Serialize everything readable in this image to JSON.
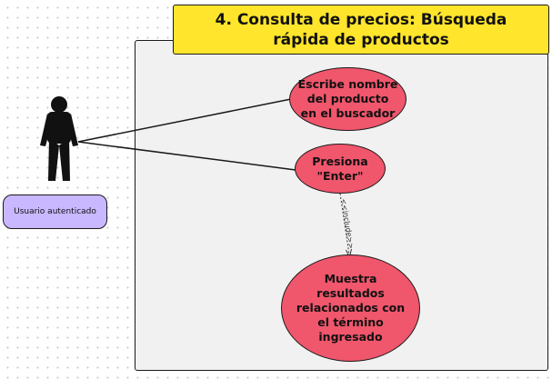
{
  "diagram": {
    "title": "4. Consulta de precios: Búsqueda rápida de productos",
    "actor": {
      "label": "Usuario autenticado"
    },
    "use_cases": {
      "search": "Escribe nombre\ndel producto\nen el buscador",
      "enter": "Presiona\n\"Enter\"",
      "results": "Muestra\nresultados\nrelacionados con\nel término\ningresado"
    },
    "relations": {
      "include_label": "<<include>>"
    }
  },
  "colors": {
    "title_background": "#ffe52b",
    "system_background": "#f1f1f1",
    "use_case_fill": "#f0566c",
    "actor_label_fill": "#c9b8ff",
    "stroke": "#1a1a1a"
  },
  "icons": {
    "actor": "stick-figure-icon"
  }
}
